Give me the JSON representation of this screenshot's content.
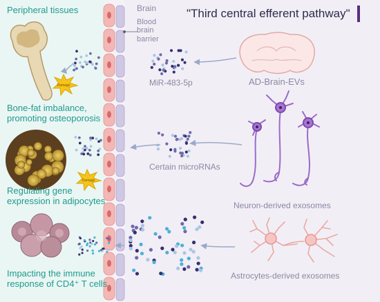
{
  "title": "\"Third central efferent pathway\"",
  "labels": {
    "peripheral": "Peripheral tissues",
    "brain": "Brain",
    "bbb": [
      "Blood",
      "brain",
      "barrier"
    ],
    "ad_evs": "AD-Brain-EVs",
    "mir": "MiR-483-5p",
    "bone": [
      "Bone-fat imbalance,",
      "promoting osteoporosis"
    ],
    "certain": "Certain microRNAs",
    "neuron": "Neuron-derived exosomes",
    "adipo": [
      "Regulating gene",
      "expression in adipocytes"
    ],
    "astro": "Astrocytes-derived exosomes",
    "immune": [
      "Impacting the immune",
      "response of CD4⁺ T cells"
    ],
    "damage": "Damage"
  },
  "colors": {
    "left_bg": "#eaf6f3",
    "right_bg": "#f2eef6",
    "teal_text": "#1f9a8f",
    "grey_text": "#8b88a2",
    "endothelial": "#f3b8b6",
    "pericyte": "#cfc8e3",
    "neuron": "#9b6bc7",
    "astrocyte": "#f0b4b0",
    "dot_dark": "#34306e",
    "dot_mid": "#6e6aa9",
    "dot_light": "#a9c6e3",
    "dot_cyan": "#4ab2d6"
  }
}
